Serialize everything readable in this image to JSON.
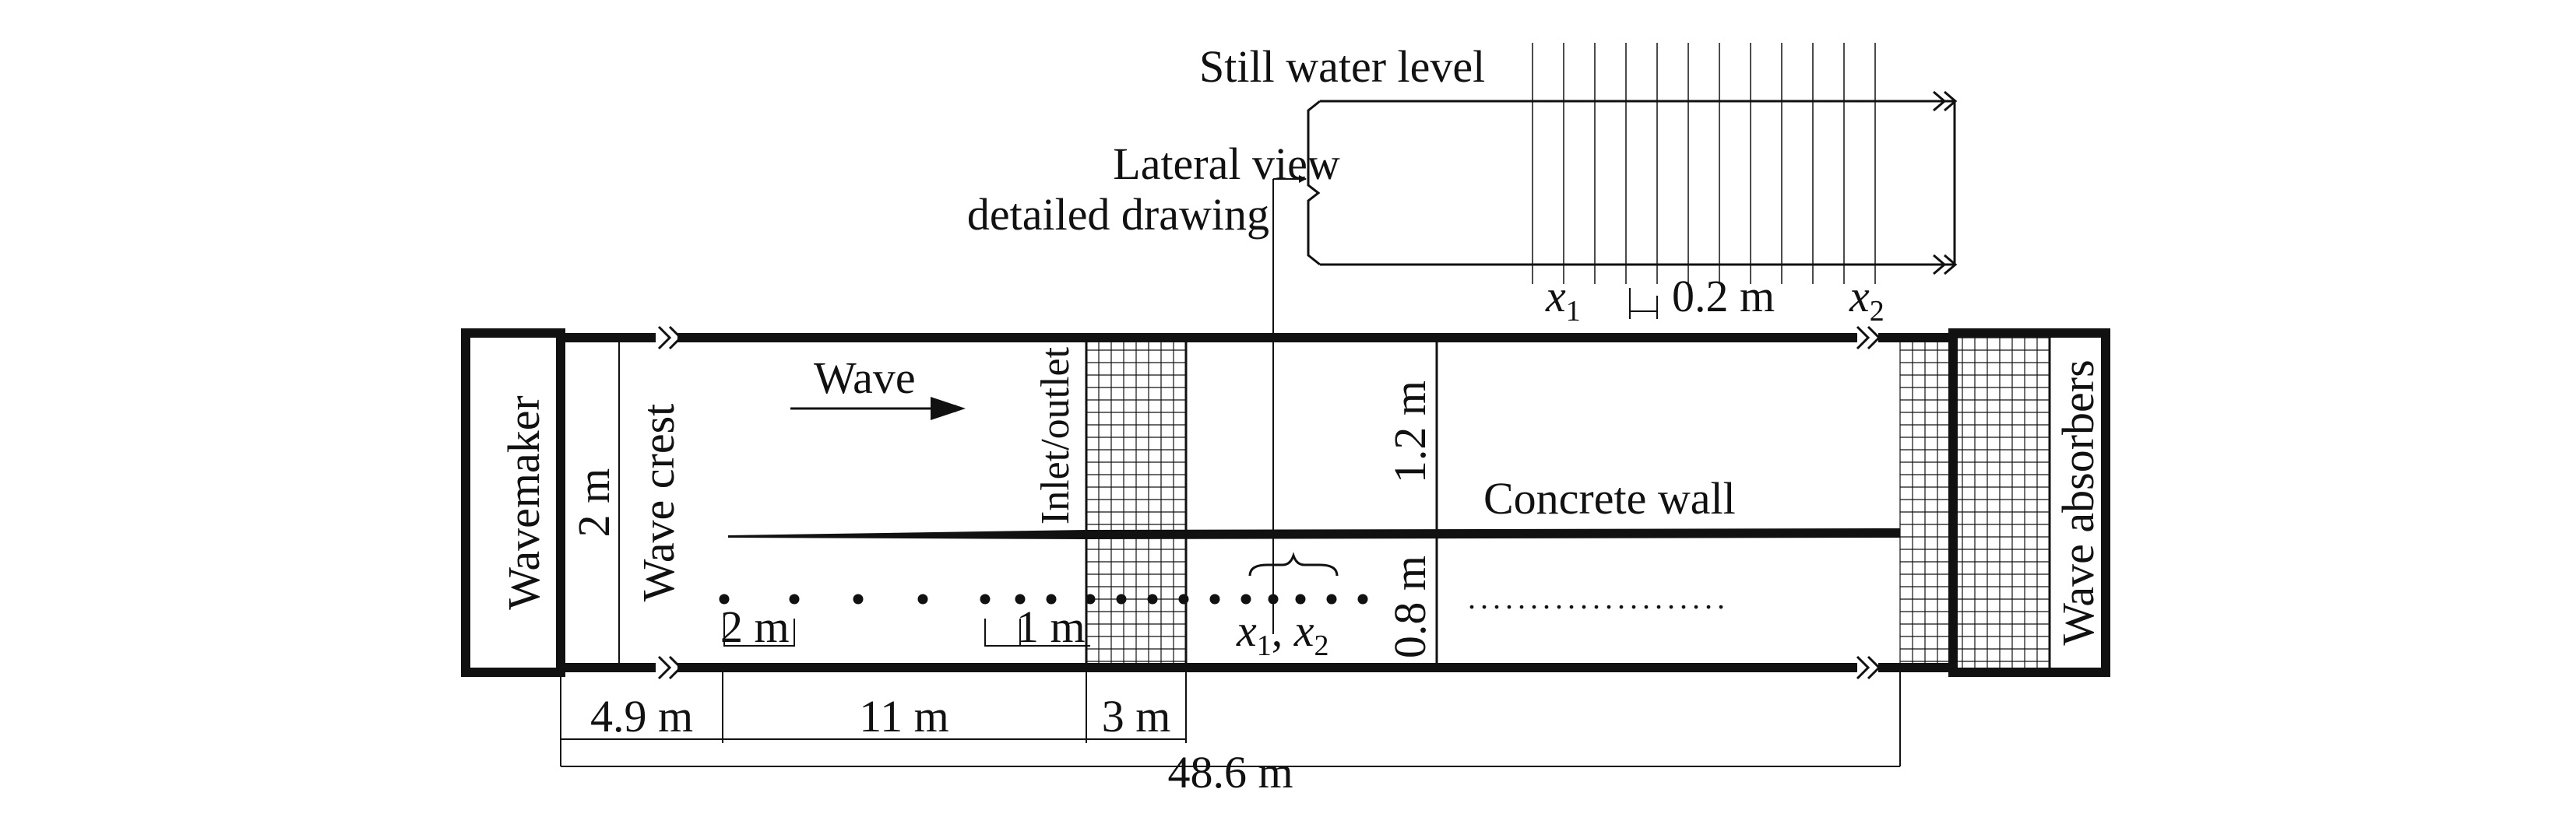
{
  "labels": {
    "still_water_level": "Still water level",
    "lateral_view_line1": "Lateral view",
    "lateral_view_line2": "detailed drawing",
    "x1_var": "x",
    "x1_sub": "1",
    "x2_var": "x",
    "x2_sub": "2",
    "gauge_spacing_detail": "0.2 m",
    "wavemaker": "Wavemaker",
    "channel_width": "2 m",
    "wave_crest": "Wave crest",
    "wave": "Wave",
    "inlet_outlet": "Inlet/outlet",
    "upper_channel_width": "1.2 m",
    "lower_channel_width": "0.8 m",
    "concrete_wall": "Concrete wall",
    "wave_absorbers": "Wave absorbers",
    "gauge_pair_x1": "x",
    "gauge_pair_x1_sub": "1",
    "gauge_pair_sep": ", ",
    "gauge_pair_x2": "x",
    "gauge_pair_x2_sub": "2",
    "spacing_2m": "2 m",
    "spacing_1m": "1 m",
    "dist_4_9": "4.9 m",
    "dist_11": "11 m",
    "dist_3": "3 m",
    "dist_total": "48.6 m"
  },
  "colors": {
    "line": "#111111",
    "background": "#ffffff"
  }
}
